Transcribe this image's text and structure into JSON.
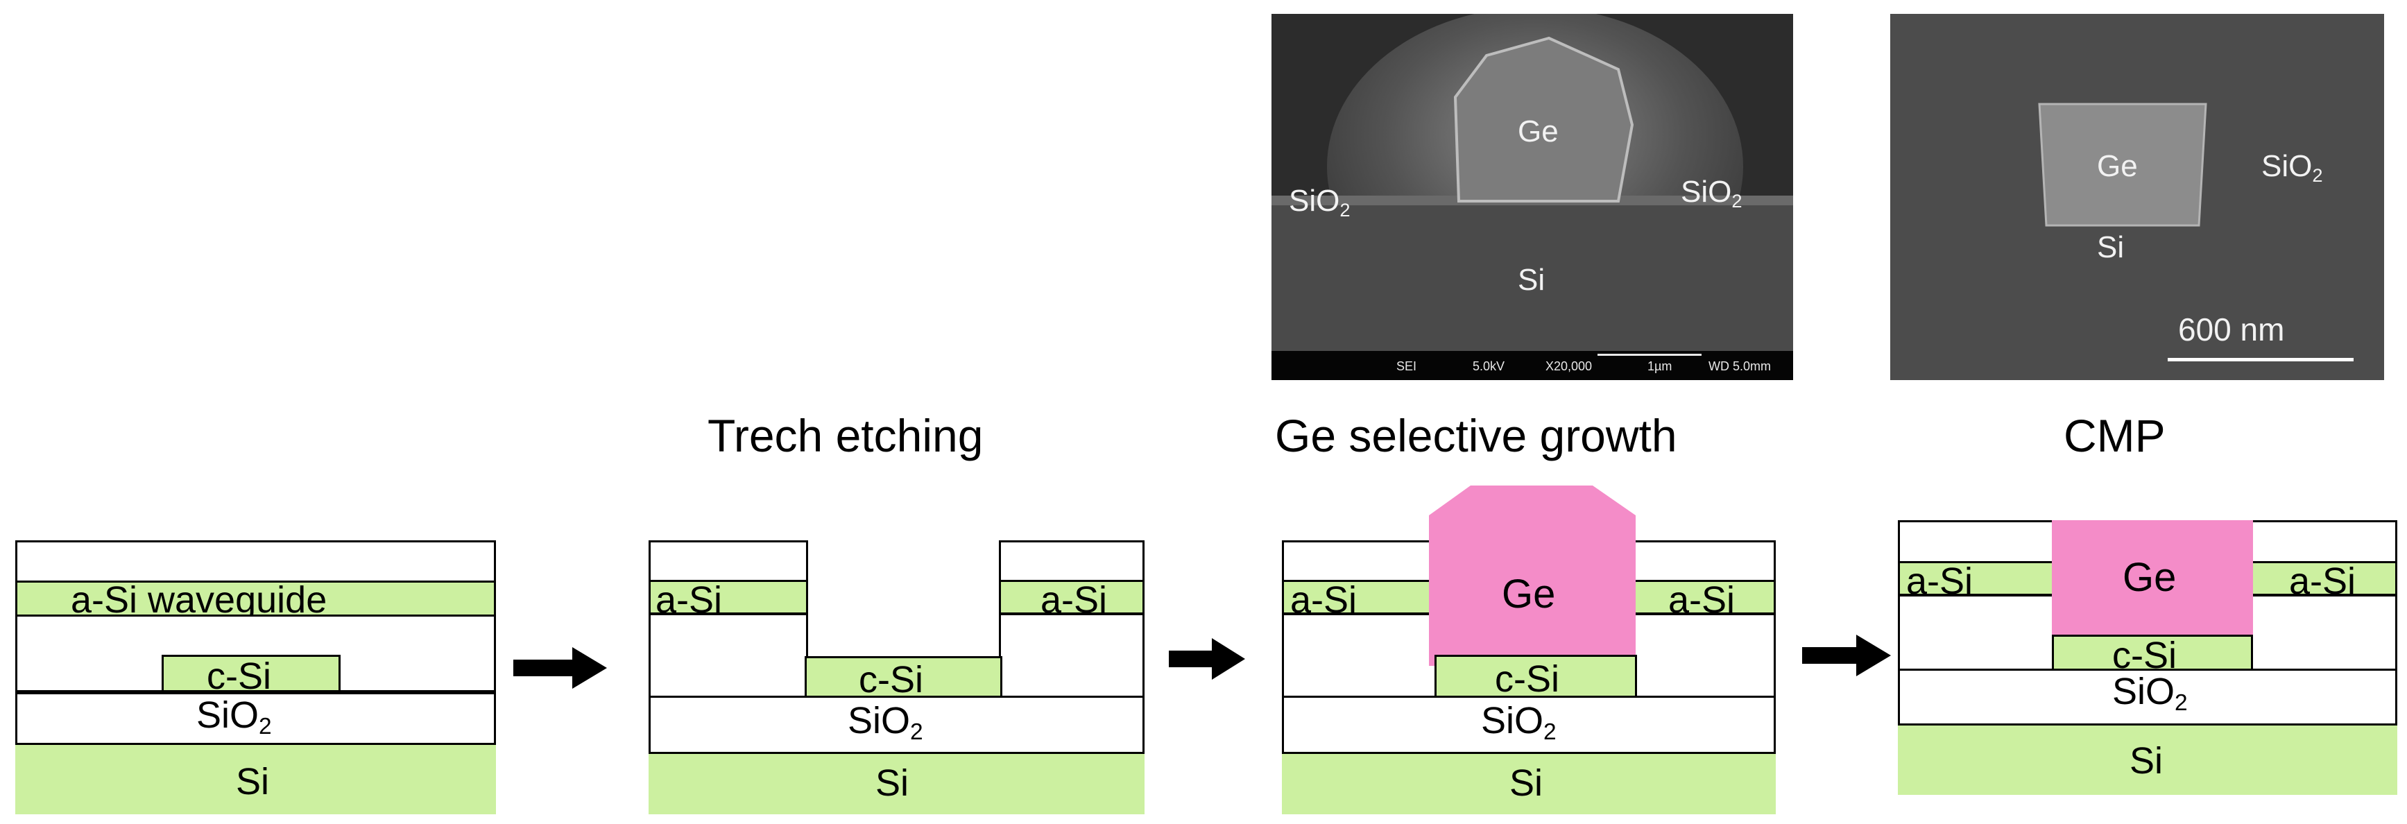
{
  "stages": {
    "trench_title": "Trech etching",
    "growth_title": "Ge selective growth",
    "cmp_title": "CMP"
  },
  "stack1": {
    "aSi": "a-Si waveguide",
    "cSi": "c-Si",
    "sio2": "SiO",
    "sio2_sub": "2",
    "si": "Si"
  },
  "stack2": {
    "aSi_left": "a-Si",
    "aSi_right": "a-Si",
    "cSi": "c-Si",
    "sio2": "SiO",
    "sio2_sub": "2",
    "si": "Si"
  },
  "stack3": {
    "aSi_left": "a-Si",
    "aSi_right": "a-Si",
    "ge": "Ge",
    "cSi": "c-Si",
    "sio2": "SiO",
    "sio2_sub": "2",
    "si": "Si"
  },
  "stack4": {
    "aSi_left": "a-Si",
    "aSi_right": "a-Si",
    "ge": "Ge",
    "cSi": "c-Si",
    "sio2": "SiO",
    "sio2_sub": "2",
    "si": "Si"
  },
  "sem1": {
    "ge": "Ge",
    "sio2_left": "SiO",
    "sio2_right": "SiO",
    "sub": "2",
    "si": "Si",
    "bar": {
      "mode": "SEI",
      "kv": "5.0kV",
      "mag": "X20,000",
      "scale": "1µm",
      "wd": "WD 5.0mm"
    }
  },
  "sem2": {
    "ge": "Ge",
    "sio2": "SiO",
    "sub": "2",
    "si": "Si",
    "scale": "600 nm"
  },
  "colors": {
    "layer_green": "#ccf0a0",
    "ge_pink": "#f48cc8",
    "sem_gray": "#3a3a3a"
  },
  "icons": {
    "arrow": "right-arrow-icon"
  }
}
